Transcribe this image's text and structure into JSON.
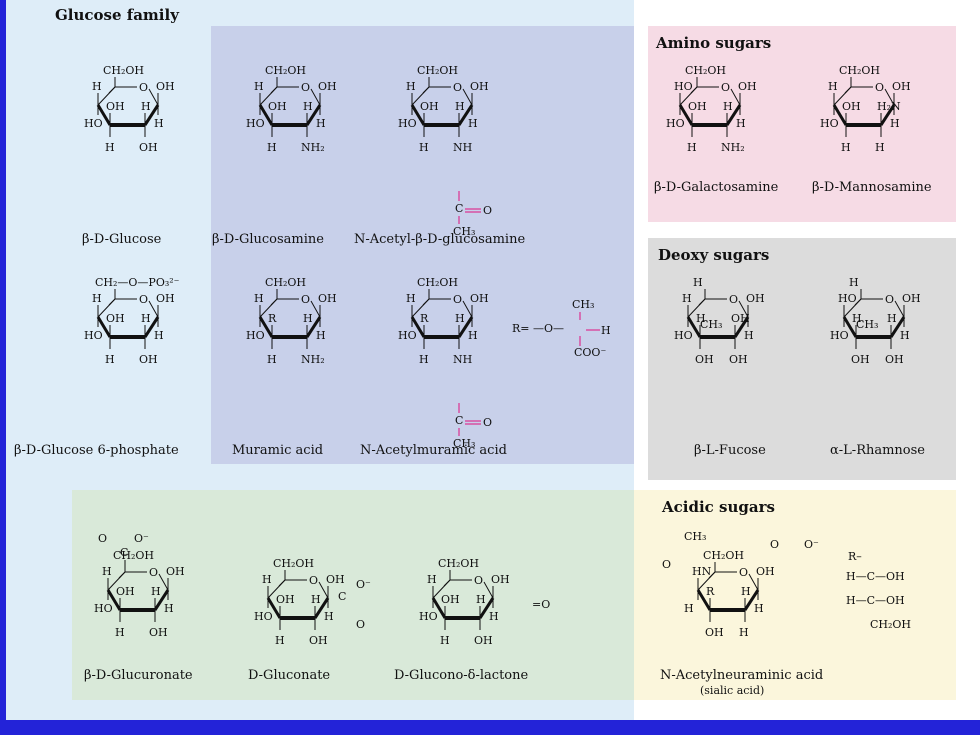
{
  "groups": {
    "glucose_family": "Glucose family",
    "amino_sugars": "Amino sugars",
    "deoxy_sugars": "Deoxy sugars",
    "acidic_sugars": "Acidic sugars"
  },
  "molecules": {
    "b_d_glucose": "β-D-Glucose",
    "b_d_glucosamine": "β-D-Glucosamine",
    "n_acetyl_b_d_glucosamine": "N-Acetyl-β-D-glucosamine",
    "b_d_galactosamine": "β-D-Galactosamine",
    "b_d_mannosamine": "β-D-Mannosamine",
    "b_d_glucose_6_phosphate": "β-D-Glucose 6-phosphate",
    "muramic_acid": "Muramic acid",
    "n_acetylmuramic_acid": "N-Acetylmuramic acid",
    "b_l_fucose": "β-L-Fucose",
    "a_l_rhamnose": "α-L-Rhamnose",
    "b_d_glucuronate": "β-D-Glucuronate",
    "d_gluconate": "D-Gluconate",
    "d_glucono_d_lactone": "D-Glucono-δ-lactone",
    "n_acetylneuraminic_acid": "N-Acetylneuraminic acid",
    "sialic_acid": "(sialic acid)"
  },
  "atoms": {
    "ch2oh": "CH₂OH",
    "h": "H",
    "oh": "OH",
    "ho": "HO",
    "o": "O",
    "nh2": "NH₂",
    "h2n": "H₂N",
    "nh": "NH",
    "hn": "HN",
    "c": "C",
    "ch3": "CH₃",
    "r": "R",
    "coo": "COO⁻",
    "o_minus": "O⁻",
    "ch2_o_po3": "CH₂—O—PO₃²⁻"
  },
  "r_groups": {
    "muramic_r_label": "R= —O—",
    "sialic_r_label": "R–",
    "hc_oh": "H—C—OH"
  },
  "colors": {
    "background": "#2323d8",
    "glucose_family_panel": "#deedf8",
    "glucosamine_panel": "#c8d0ea",
    "amino_panel": "#f6dbe5",
    "deoxy_panel": "#dcdcdc",
    "acidic_green_panel": "#d9e9d9",
    "acidic_yellow_panel": "#fbf6dc",
    "highlight": "#e0107e"
  }
}
